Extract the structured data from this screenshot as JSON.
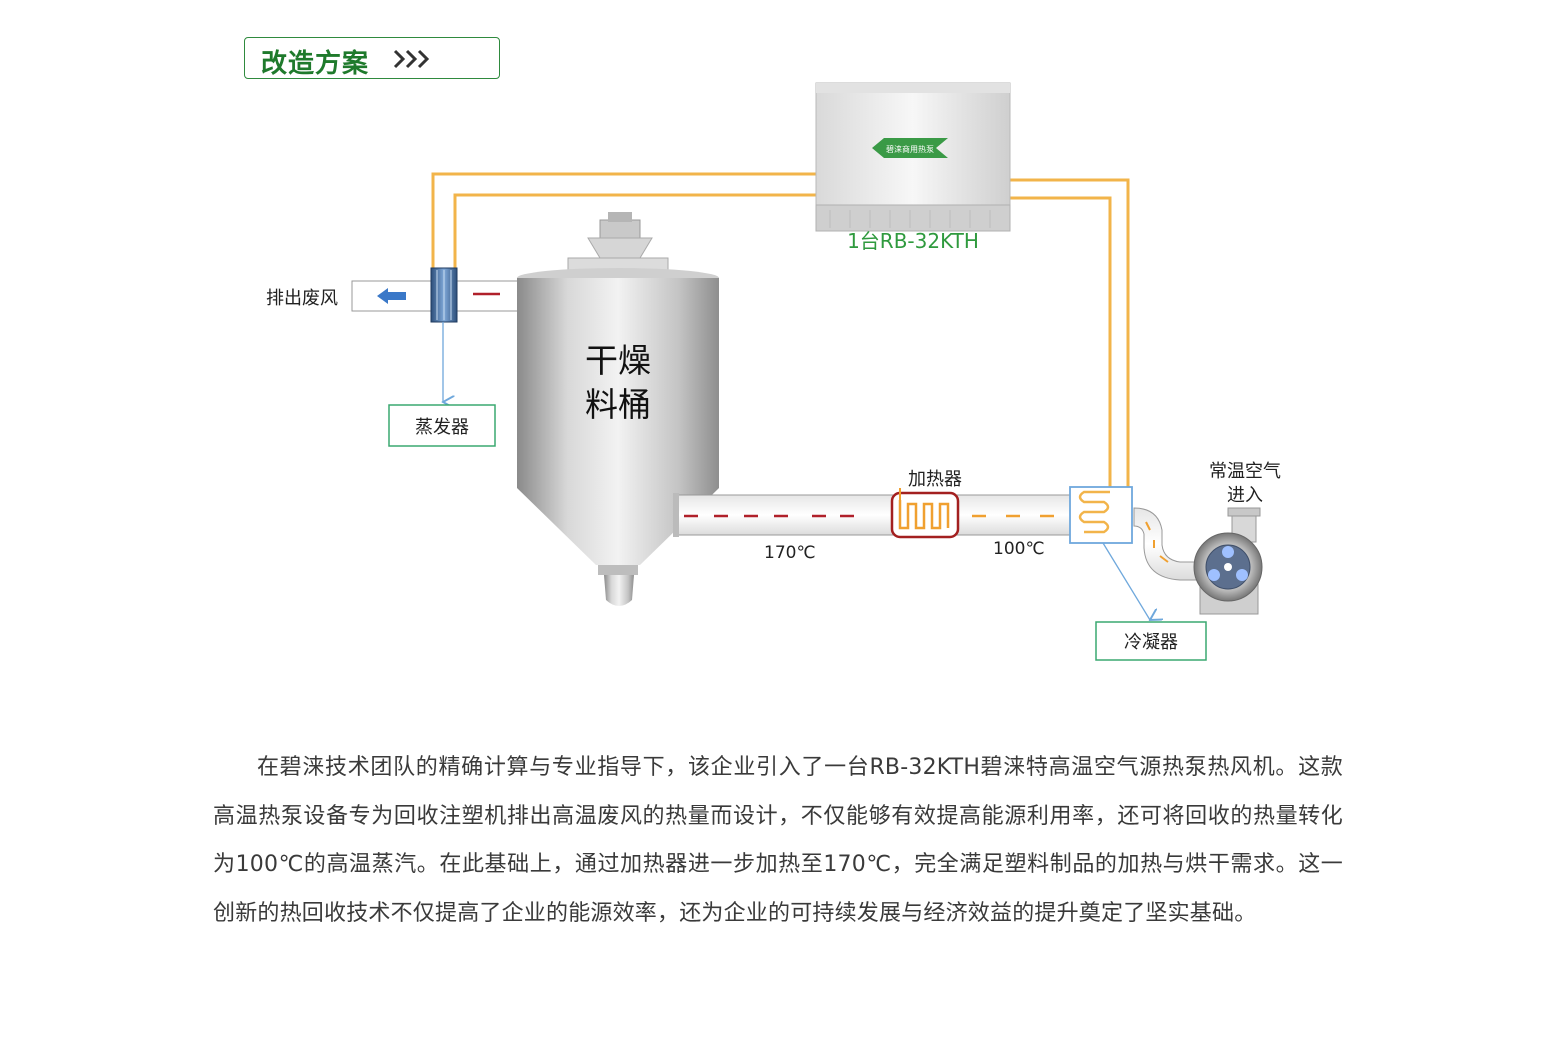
{
  "header": {
    "title": "改造方案"
  },
  "diagram": {
    "unit_label": "1台RB-32KTH",
    "unit_logo_text": "碧涞商用热泵",
    "exhaust_label": "排出废风",
    "evaporator_label": "蒸发器",
    "dryer_label_line1": "干燥",
    "dryer_label_line2": "料桶",
    "heater_label": "加热器",
    "temp_hot": "170℃",
    "temp_warm": "100℃",
    "ambient_air_line1": "常温空气",
    "ambient_air_line2": "进入",
    "condenser_label": "冷凝器",
    "colors": {
      "pipe_orange": "#f2b44a",
      "hot_dash": "#b0202a",
      "warm_dash": "#f0a030",
      "label_border": "#3aa870",
      "arrow_blue": "#6fa8dc",
      "accent_green": "#2f8a3e"
    }
  },
  "description": "在碧涞技术团队的精确计算与专业指导下，该企业引入了一台RB-32KTH碧涞特高温空气源热泵热风机。这款高温热泵设备专为回收注塑机排出高温废风的热量而设计，不仅能够有效提高能源利用率，还可将回收的热量转化为100℃的高温蒸汽。在此基础上，通过加热器进一步加热至170℃，完全满足塑料制品的加热与烘干需求。这一创新的热回收技术不仅提高了企业的能源效率，还为企业的可持续发展与经济效益的提升奠定了坚实基础。"
}
